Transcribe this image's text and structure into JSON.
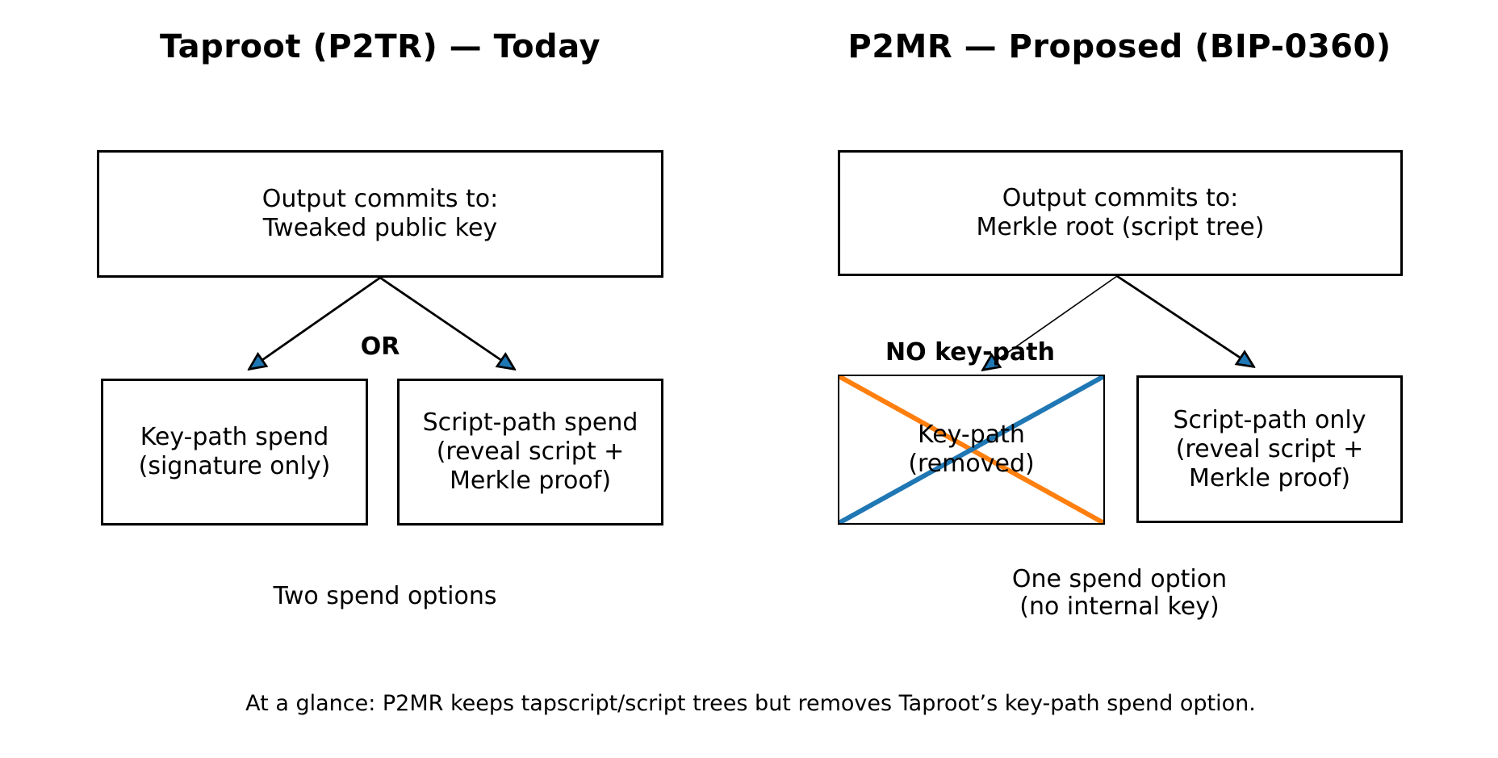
{
  "colors": {
    "arrow_line": "#000000",
    "arrowhead_fill": "#1f77b4",
    "cross_orange": "#ff7f0e",
    "cross_blue": "#1f77b4",
    "box_border": "#000000",
    "text": "#000000",
    "background": "#ffffff"
  },
  "left_panel": {
    "title": "Taproot (P2TR) — Today",
    "top_box": {
      "lines": [
        "Output commits to:",
        "Tweaked public key"
      ]
    },
    "or_label": "OR",
    "keypath_box": {
      "lines": [
        "Key-path spend",
        "(signature only)"
      ]
    },
    "scriptpath_box": {
      "lines": [
        "Script-path spend",
        "(reveal script +",
        "Merkle proof)"
      ]
    },
    "caption": "Two spend options"
  },
  "right_panel": {
    "title": "P2MR — Proposed (BIP-0360)",
    "top_box": {
      "lines": [
        "Output commits to:",
        "Merkle root (script tree)"
      ]
    },
    "no_keypath_label": "NO key-path",
    "removed_box": {
      "lines": [
        "Key-path",
        "(removed)"
      ]
    },
    "scriptonly_box": {
      "lines": [
        "Script-path only",
        "(reveal script +",
        "Merkle proof)"
      ]
    },
    "caption": {
      "lines": [
        "One spend option",
        "(no internal key)"
      ]
    }
  },
  "footer": {
    "note": "At a glance: P2MR keeps tapscript/script trees but removes Taproot’s key-path spend option."
  }
}
